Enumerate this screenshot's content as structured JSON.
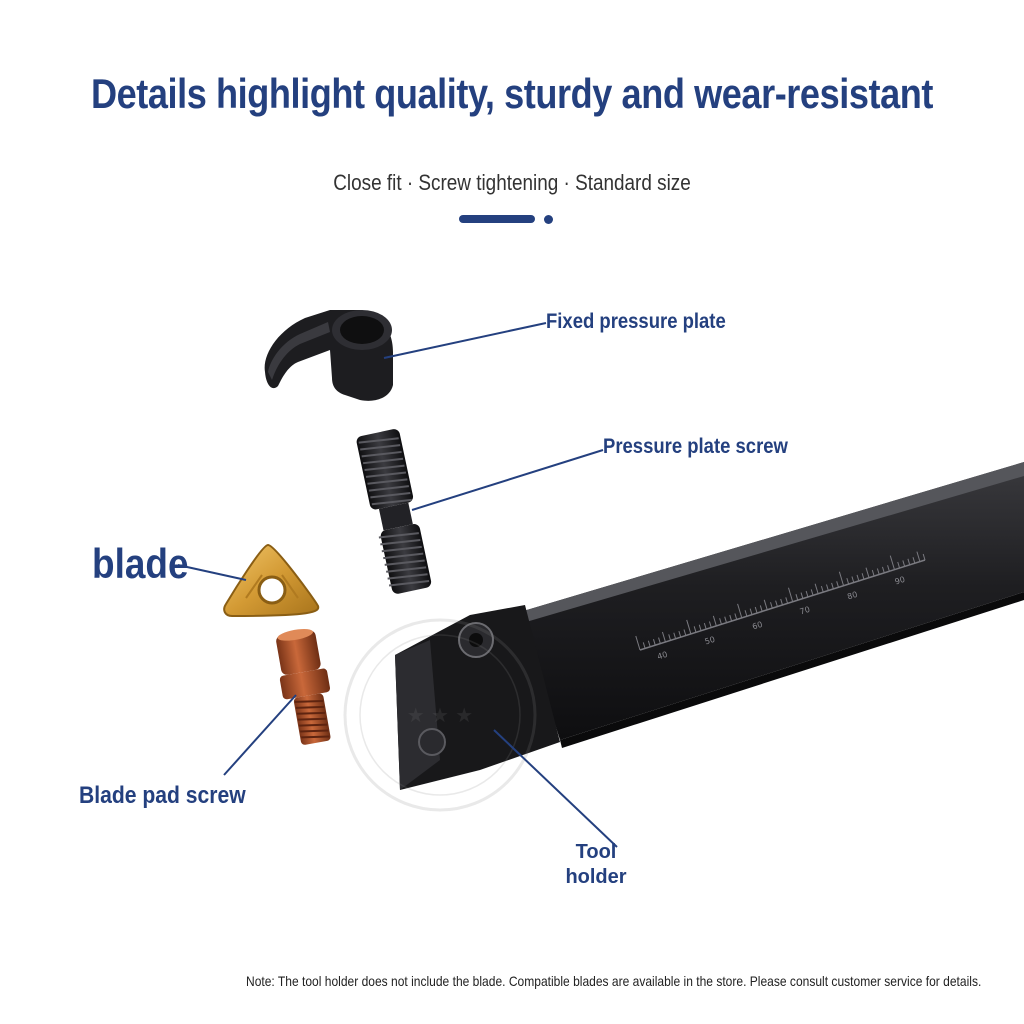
{
  "header": {
    "title": "Details highlight quality, sturdy and wear-resistant",
    "subtitle": "Close fit · Screw tightening · Standard size"
  },
  "labels": {
    "fixed_pressure_plate": "Fixed pressure plate",
    "pressure_plate_screw": "Pressure plate screw",
    "blade": "blade",
    "blade_pad_screw": "Blade pad screw",
    "tool_holder": "Tool holder"
  },
  "scale_marks": [
    "40",
    "50",
    "60",
    "70",
    "80",
    "90"
  ],
  "footer": {
    "note": "Note: The tool holder does not include the blade. Compatible blades are available in the store. Please consult customer service for details."
  },
  "colors": {
    "accent": "#24407f",
    "blade_gold": "#d9a43a",
    "pad_screw_copper": "#b8552a",
    "tool_black": "#1c1c1e"
  }
}
